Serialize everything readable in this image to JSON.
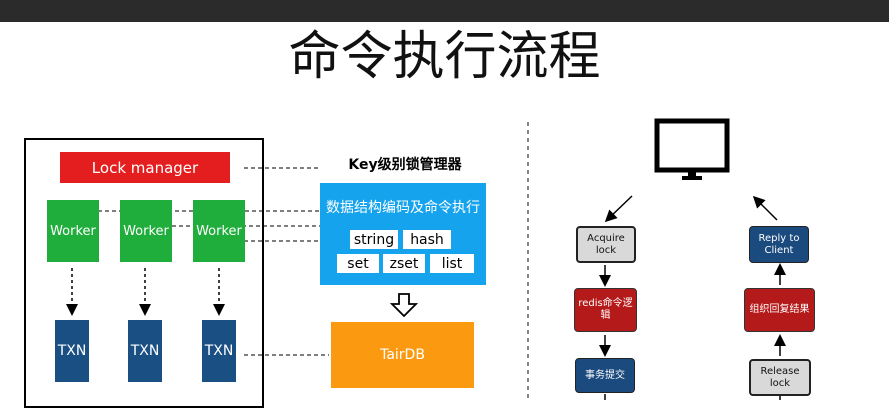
{
  "title": "命令执行流程",
  "left": {
    "lock_manager": "Lock manager",
    "workers": [
      "Worker",
      "Worker",
      "Worker"
    ],
    "txns": [
      "TXN",
      "TXN",
      "TXN"
    ]
  },
  "middle": {
    "key_lock": "Key级别锁管理器",
    "encode_title": "数据结构编码及命令执行",
    "types": [
      "string",
      "hash",
      "set",
      "zset",
      "list"
    ],
    "storage": "TairDB"
  },
  "right": {
    "client_icon": "monitor-icon",
    "acquire_lock": "Acquire lock",
    "redis_logic": "redis命令逻辑",
    "commit": "事务提交",
    "reply": "Reply to Client",
    "result": "组织回复结果",
    "release_lock": "Release lock"
  },
  "colors": {
    "lock_red": "#e41e1e",
    "worker_green": "#1fad3c",
    "txn_navy": "#1a4f84",
    "encode_blue": "#16a3ed",
    "tair_orange": "#fb9a10",
    "logic_red": "#b51a1a"
  }
}
